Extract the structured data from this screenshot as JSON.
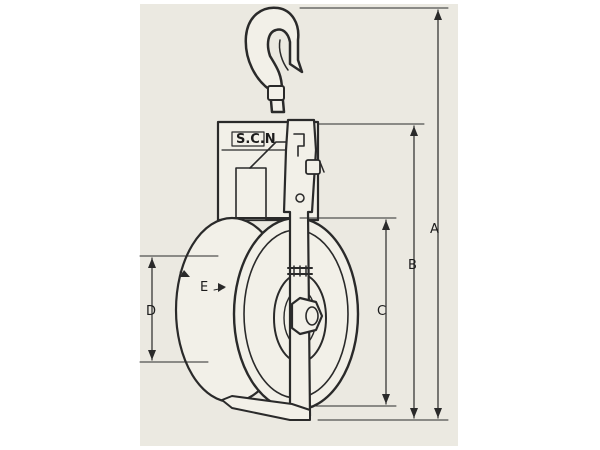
{
  "diagram": {
    "nameplate_text": "S.C.N",
    "dimension_labels": {
      "a": "A",
      "b": "B",
      "c": "C",
      "d": "D",
      "e": "E"
    }
  }
}
